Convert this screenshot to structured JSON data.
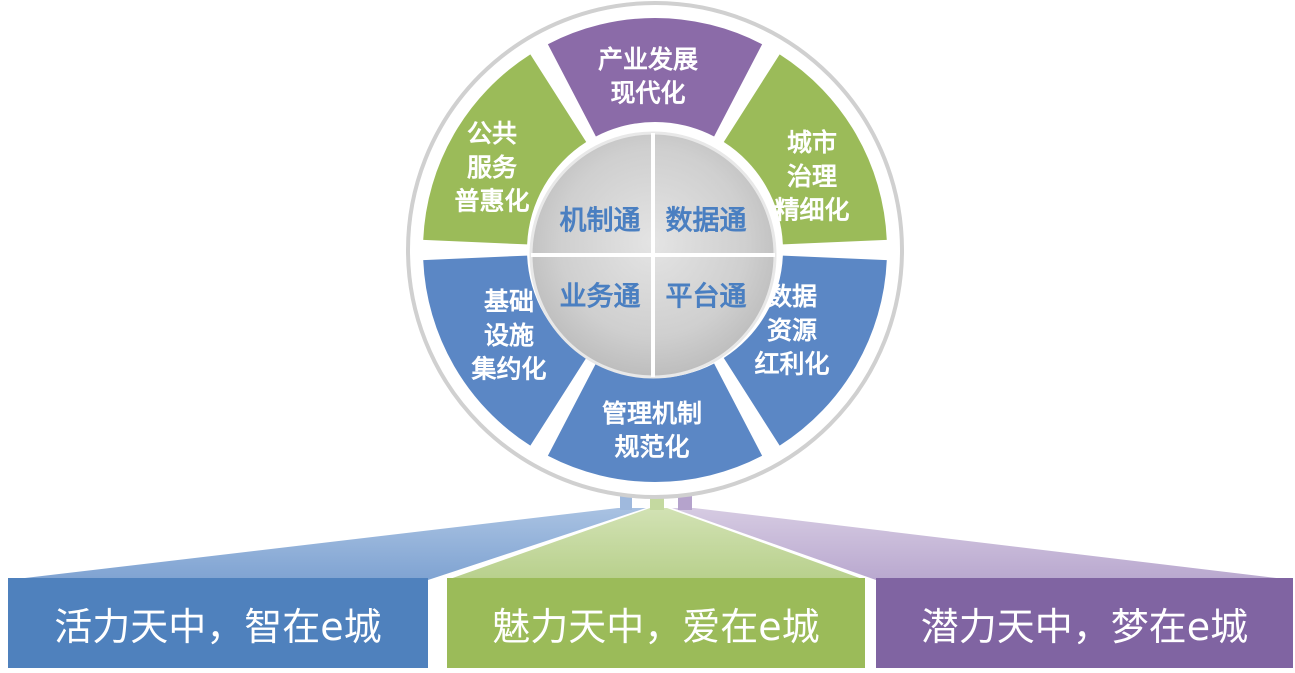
{
  "hub": {
    "quadrants": [
      {
        "label": "机制通"
      },
      {
        "label": "数据通"
      },
      {
        "label": "业务通"
      },
      {
        "label": "平台通"
      }
    ]
  },
  "ring_segments": [
    {
      "lines": [
        "产业发展",
        "现代化"
      ],
      "color": "#8b6ba8"
    },
    {
      "lines": [
        "城市",
        "治理",
        "精细化"
      ],
      "color": "#9bbb59"
    },
    {
      "lines": [
        "数据",
        "资源",
        "红利化"
      ],
      "color": "#5b87c5"
    },
    {
      "lines": [
        "管理机制",
        "规范化"
      ],
      "color": "#5b87c5"
    },
    {
      "lines": [
        "基础",
        "设施",
        "集约化"
      ],
      "color": "#5b87c5"
    },
    {
      "lines": [
        "公共",
        "服务",
        "普惠化"
      ],
      "color": "#9bbb59"
    }
  ],
  "banners": [
    {
      "text": "活力天中，智在e城",
      "color": "#4f81bd"
    },
    {
      "text": "魅力天中，爱在e城",
      "color": "#9bbb59"
    },
    {
      "text": "潜力天中，梦在e城",
      "color": "#8064a2"
    }
  ],
  "colors": {
    "blue": "#4f81bd",
    "green": "#9bbb59",
    "purple": "#8064a2",
    "hub_gray": "#c9c9c9"
  }
}
